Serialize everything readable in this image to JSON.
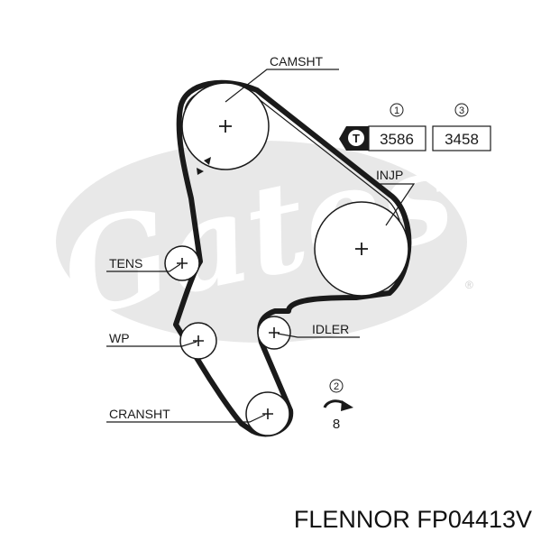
{
  "labels": {
    "camshaft": "CAMSHT",
    "injection_pump": "INJP",
    "tensioner": "TENS",
    "water_pump": "WP",
    "idler": "IDLER",
    "crankshaft": "CRANSHT"
  },
  "torque": {
    "icon_letter": "T",
    "value_1": {
      "marker": "1",
      "value": "3586"
    },
    "value_3": {
      "marker": "3",
      "value": "3458"
    }
  },
  "rotation": {
    "marker": "2",
    "count": "8"
  },
  "watermark": {
    "brand": "Gates",
    "registered": "®"
  },
  "brand_line": "FLENNOR FP04413V",
  "colors": {
    "line": "#1a1a1a",
    "watermark": "#e6e6e6",
    "belt": "#1a1a1a"
  },
  "icons": [
    "pulley-center-icon",
    "timing-mark-icon",
    "torque-t-icon",
    "rotation-arrow-icon"
  ]
}
